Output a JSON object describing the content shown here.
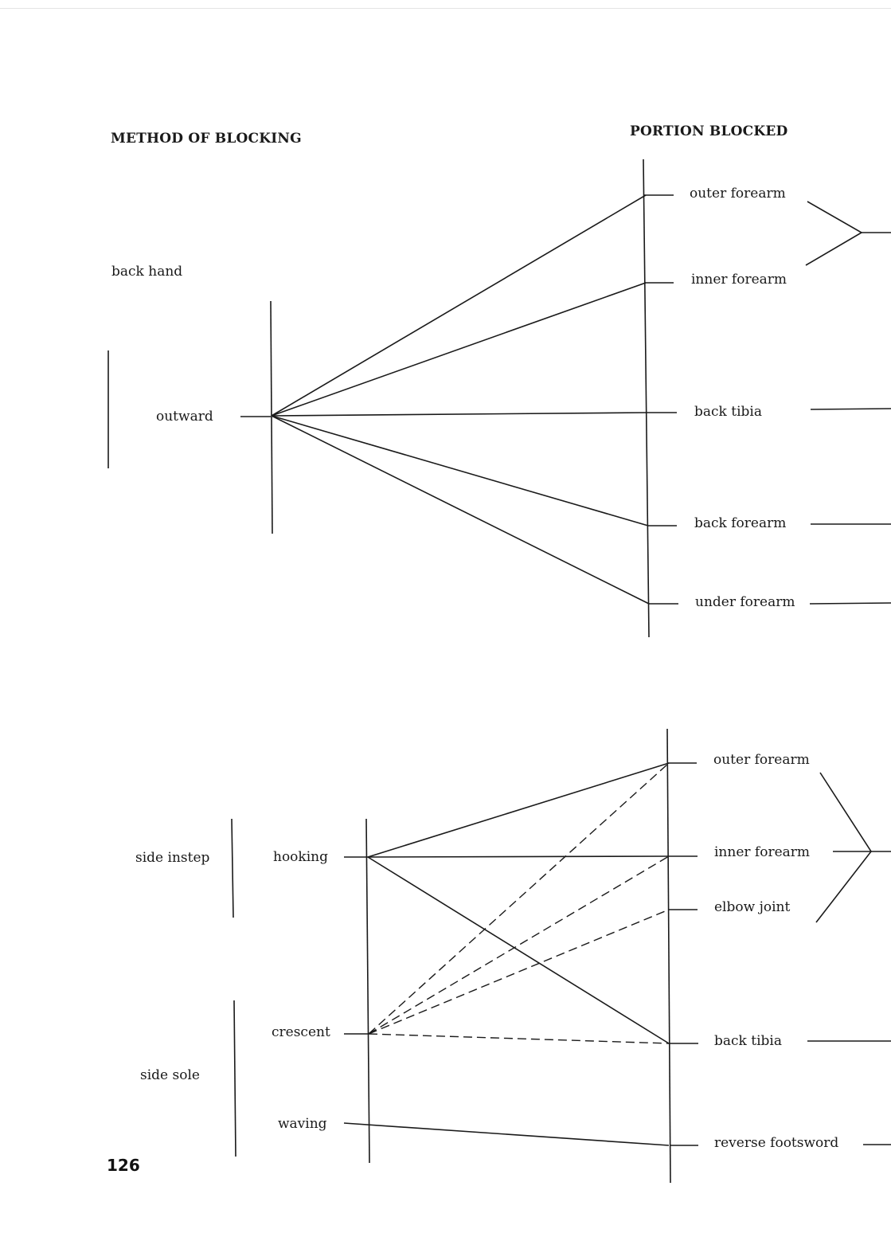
{
  "headers": {
    "method": "METHOD OF BLOCKING",
    "portion": "PORTION BLOCKED"
  },
  "upper_section": {
    "methods": [
      "back hand",
      "outward"
    ],
    "portions": [
      "outer forearm",
      "inner forearm",
      "back tibia",
      "back forearm",
      "under forearm"
    ]
  },
  "lower_section": {
    "groups": [
      "side instep",
      "side sole"
    ],
    "methods": [
      "hooking",
      "crescent",
      "waving"
    ],
    "portions": [
      "outer forearm",
      "inner forearm",
      "elbow joint",
      "back tibia",
      "reverse footsword"
    ]
  },
  "connections": {
    "upper": [
      {
        "from": "outward",
        "to": "outer forearm",
        "style": "solid"
      },
      {
        "from": "outward",
        "to": "inner forearm",
        "style": "solid"
      },
      {
        "from": "outward",
        "to": "back tibia",
        "style": "solid"
      },
      {
        "from": "outward",
        "to": "back forearm",
        "style": "solid"
      },
      {
        "from": "outward",
        "to": "under forearm",
        "style": "solid"
      }
    ],
    "lower": [
      {
        "from": "hooking",
        "to": "outer forearm",
        "style": "solid"
      },
      {
        "from": "hooking",
        "to": "inner forearm",
        "style": "solid"
      },
      {
        "from": "hooking",
        "to": "back tibia",
        "style": "solid"
      },
      {
        "from": "crescent",
        "to": "outer forearm",
        "style": "dashed"
      },
      {
        "from": "crescent",
        "to": "inner forearm",
        "style": "dashed"
      },
      {
        "from": "crescent",
        "to": "elbow joint",
        "style": "dashed"
      },
      {
        "from": "crescent",
        "to": "back tibia",
        "style": "dashed"
      },
      {
        "from": "waving",
        "to": "reverse footsword",
        "style": "solid"
      }
    ]
  },
  "page_number": "126"
}
